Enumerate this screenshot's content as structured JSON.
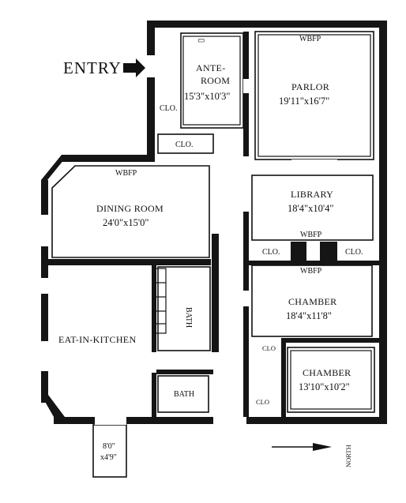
{
  "entry_label": "ENTRY",
  "north_label": "NORTH",
  "rooms": {
    "anteroom": {
      "name_line1": "ANTE-",
      "name_line2": "ROOM",
      "dims": "15'3\"x10'3\""
    },
    "parlor": {
      "name": "PARLOR",
      "dims": "19'11\"x16'7\"",
      "fireplace": "WBFP"
    },
    "library": {
      "name": "LIBRARY",
      "dims": "18'4\"x10'4\"",
      "fireplace": "WBFP"
    },
    "dining_room": {
      "name": "DINING ROOM",
      "dims": "24'0\"x15'0\"",
      "fireplace": "WBFP"
    },
    "chamber1": {
      "name": "CHAMBER",
      "dims": "18'4\"x11'8\"",
      "fireplace": "WBFP"
    },
    "chamber2": {
      "name": "CHAMBER",
      "dims": "13'10\"x10'2\""
    },
    "kitchen": {
      "name": "EAT-IN-KITCHEN"
    },
    "bath1": {
      "name": "BATH"
    },
    "bath2": {
      "name": "BATH"
    },
    "balcony": {
      "dims_line1": "8'0\"",
      "dims_line2": "x4'9\""
    }
  },
  "closets": {
    "entry_clo": "CLO.",
    "hall_clo": "CLO.",
    "library_clo_left": "CLO.",
    "library_clo_right": "CLO.",
    "chamber_clo": "CLO",
    "chamber_clo2": "CLO"
  }
}
